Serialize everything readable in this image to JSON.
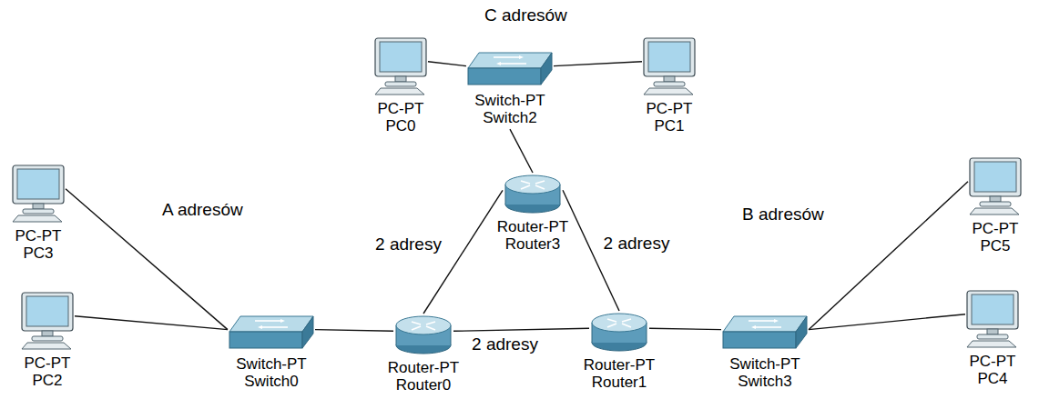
{
  "diagram": {
    "nodes": [
      {
        "text": [
          "PC-PT PC0"
        ]
      },
      {
        "text": [
          "Switch-PT Switch2"
        ]
      },
      {
        "text": [
          "PC-PT PC1"
        ]
      },
      {
        "text": [
          "Router-PT Router3"
        ]
      },
      {
        "text": [
          "PC-PT PC3"
        ]
      },
      {
        "text": [
          "PC-PT PC2"
        ]
      },
      {
        "text": [
          "Switch-PT Switch0"
        ]
      },
      {
        "text": [
          "Router-PT Router0"
        ]
      },
      {
        "text": [
          "Router-PT Router1"
        ]
      },
      {
        "text": [
          "Switch-PT Switch3"
        ]
      },
      {
        "text": [
          "PC-PT PC5"
        ]
      },
      {
        "text": [
          "PC-PT PC4"
        ]
      }
    ],
    "edges": [
      {
        "from": 0,
        "to": 1,
        "arrow": "none"
      },
      {
        "from": 1,
        "to": 2,
        "arrow": "none"
      },
      {
        "from": 1,
        "to": 3,
        "arrow": "none"
      },
      {
        "from": 3,
        "to": 7,
        "label": "2 adresy",
        "arrow": "none"
      },
      {
        "from": 3,
        "to": 8,
        "label": "2 adresy",
        "arrow": "none"
      },
      {
        "from": 7,
        "to": 8,
        "label": "2 adresy",
        "arrow": "none"
      },
      {
        "from": 4,
        "to": 6,
        "arrow": "none"
      },
      {
        "from": 5,
        "to": 6,
        "arrow": "none"
      },
      {
        "from": 6,
        "to": 7,
        "arrow": "none"
      },
      {
        "from": 8,
        "to": 9,
        "arrow": "none"
      },
      {
        "from": 9,
        "to": 10,
        "arrow": "none"
      },
      {
        "from": 9,
        "to": 11,
        "arrow": "none"
      }
    ],
    "labels": [
      "C adresów",
      "A adresów",
      "B adresów"
    ]
  }
}
